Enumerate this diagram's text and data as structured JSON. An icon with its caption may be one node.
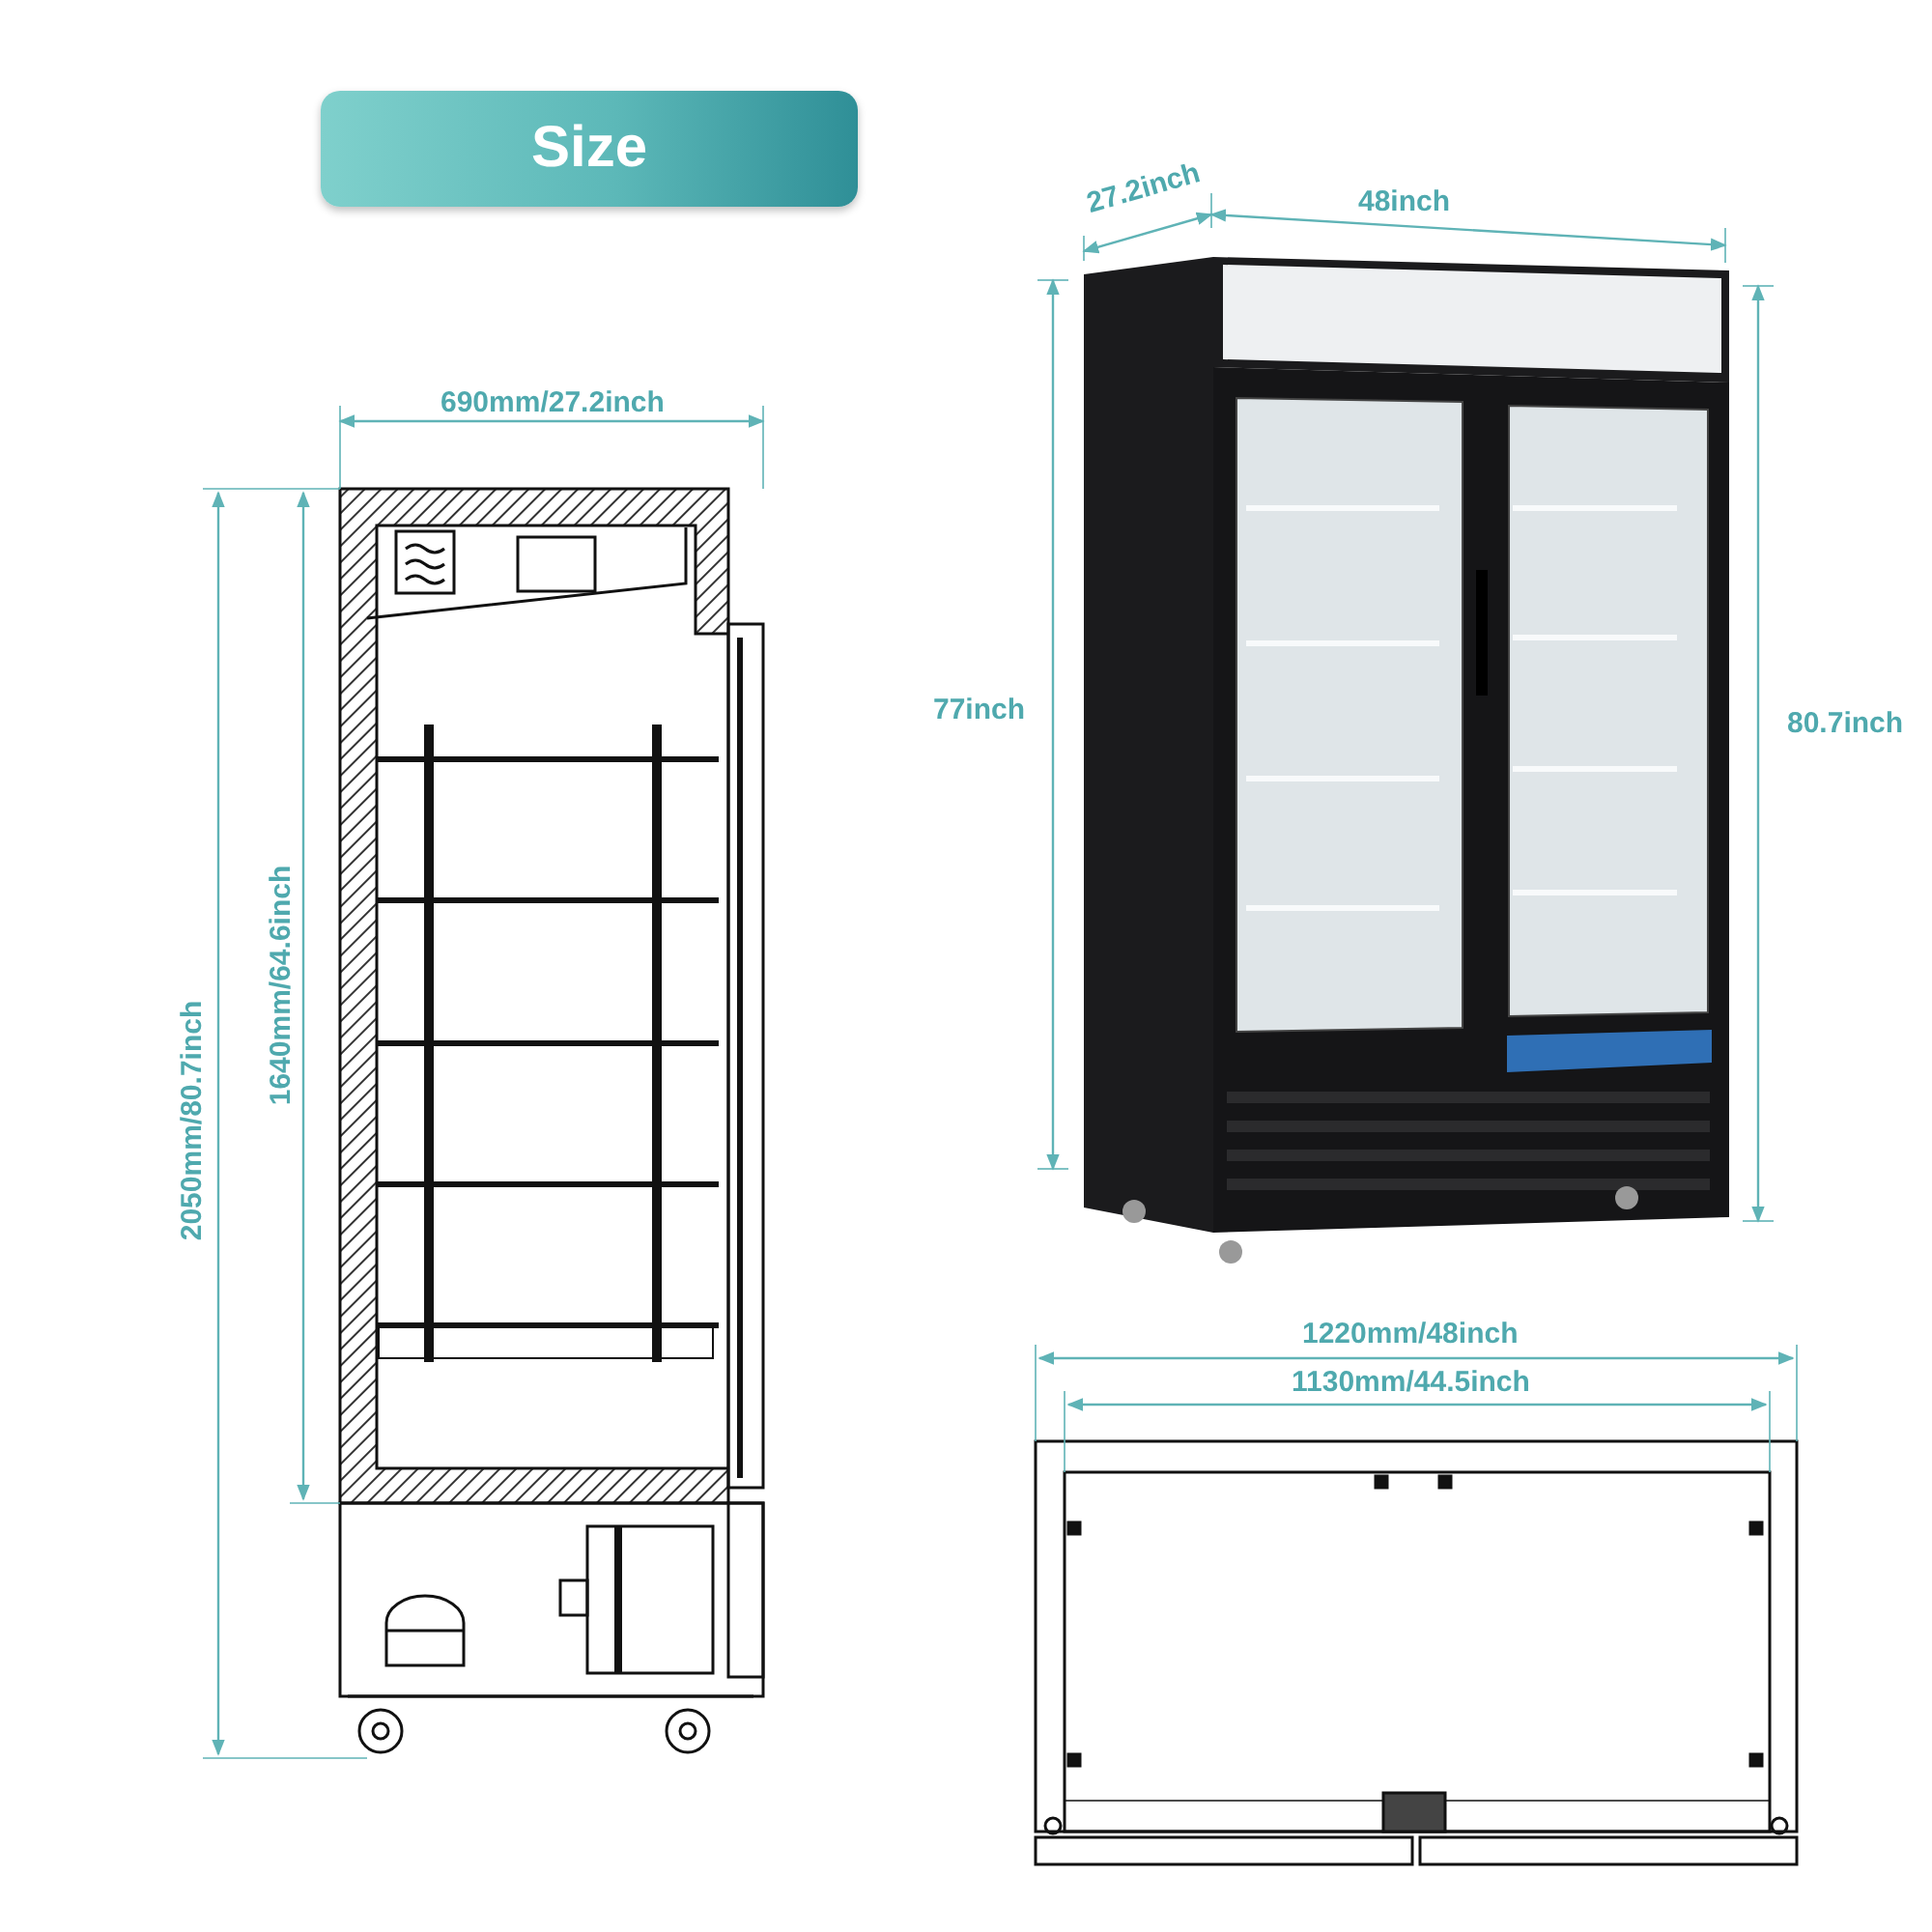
{
  "diagram": {
    "title": "Size",
    "labels": [
      "27.2inch",
      "48inch",
      "690mm/27.2inch",
      "77inch",
      "80.7inch",
      "1640mm/64.6inch",
      "2050mm/80.7inch",
      "1220mm/48inch",
      "1130mm/44.5inch"
    ]
  }
}
